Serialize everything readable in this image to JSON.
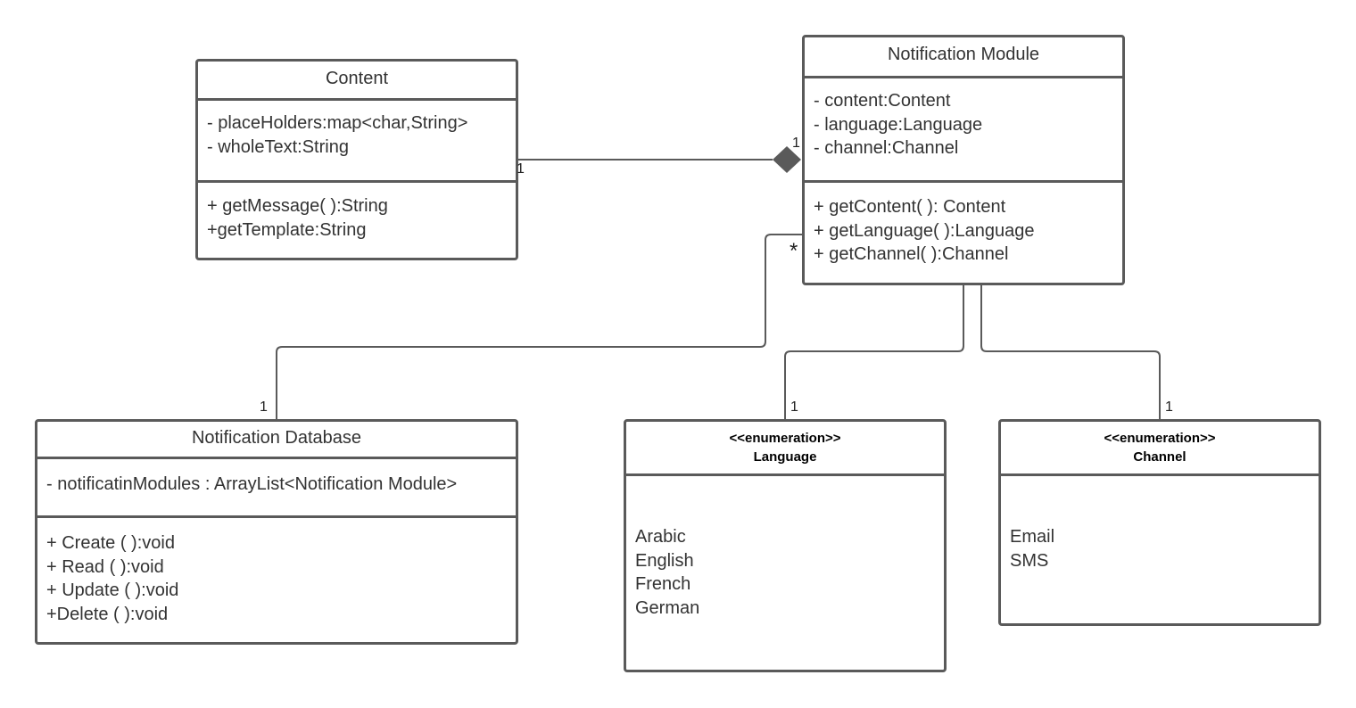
{
  "classes": {
    "content": {
      "name": "Content",
      "attributes": [
        "- placeHolders:map<char,String>",
        "- wholeText:String"
      ],
      "methods": [
        "+ getMessage( ):String",
        "+getTemplate:String"
      ]
    },
    "notification_module": {
      "name": "Notification Module",
      "attributes": [
        "- content:Content",
        "- language:Language",
        "- channel:Channel"
      ],
      "methods": [
        "+ getContent( ): Content",
        "+ getLanguage( ):Language",
        "+ getChannel( ):Channel"
      ]
    },
    "notification_database": {
      "name": "Notification Database",
      "attributes": [
        "- notificatinModules : ArrayList<Notification Module>"
      ],
      "methods": [
        "+ Create ( ):void",
        "+ Read ( ):void",
        "+ Update ( ):void",
        "+Delete ( ):void"
      ]
    },
    "language": {
      "stereotype": "<<enumeration>>",
      "name": "Language",
      "values": [
        "Arabic",
        "English",
        "French",
        "German"
      ]
    },
    "channel": {
      "stereotype": "<<enumeration>>",
      "name": "Channel",
      "values": [
        "Email",
        "SMS"
      ]
    }
  },
  "multiplicities": {
    "content_end": "1",
    "module_content_end": "1",
    "module_database_end": "*",
    "database_end": "1",
    "language_end": "1",
    "channel_end": "1"
  },
  "colors": {
    "border": "#5a5a5a",
    "text": "#333333",
    "connector": "#5a5a5a"
  }
}
